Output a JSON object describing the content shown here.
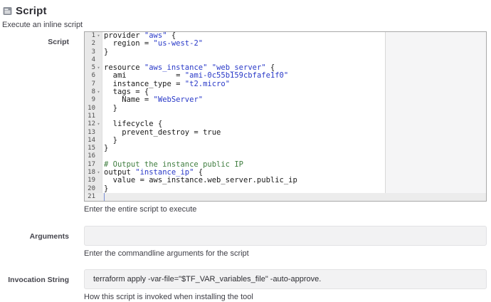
{
  "header": {
    "title": "Script",
    "subtitle": "Execute an inline script"
  },
  "script_field": {
    "label": "Script",
    "help": "Enter the entire script to execute"
  },
  "arguments_field": {
    "label": "Arguments",
    "value": "",
    "help": "Enter the commandline arguments for the script"
  },
  "invocation_field": {
    "label": "Invocation String",
    "value": "terraform apply -var-file=\"$TF_VAR_variables_file\" -auto-approve.",
    "help": "How this script is invoked when installing the tool"
  },
  "editor": {
    "language": "terraform",
    "active_line": 21,
    "colors": {
      "text": "#1a1a1a",
      "string": "#2939c8",
      "comment": "#3f7d3f"
    },
    "lines": [
      {
        "n": 1,
        "fold": true,
        "tokens": [
          [
            "provider ",
            "t"
          ],
          [
            "\"aws\"",
            "s"
          ],
          [
            " {",
            "t"
          ]
        ]
      },
      {
        "n": 2,
        "fold": false,
        "tokens": [
          [
            "  region = ",
            "t"
          ],
          [
            "\"us-west-2\"",
            "s"
          ]
        ]
      },
      {
        "n": 3,
        "fold": false,
        "tokens": [
          [
            "}",
            "t"
          ]
        ]
      },
      {
        "n": 4,
        "fold": false,
        "tokens": []
      },
      {
        "n": 5,
        "fold": true,
        "tokens": [
          [
            "resource ",
            "t"
          ],
          [
            "\"aws_instance\"",
            "s"
          ],
          [
            " ",
            "t"
          ],
          [
            "\"web_server\"",
            "s"
          ],
          [
            " {",
            "t"
          ]
        ]
      },
      {
        "n": 6,
        "fold": false,
        "tokens": [
          [
            "  ami           = ",
            "t"
          ],
          [
            "\"ami-0c55b159cbfafe1f0\"",
            "s"
          ]
        ]
      },
      {
        "n": 7,
        "fold": false,
        "tokens": [
          [
            "  instance_type = ",
            "t"
          ],
          [
            "\"t2.micro\"",
            "s"
          ]
        ]
      },
      {
        "n": 8,
        "fold": true,
        "tokens": [
          [
            "  tags = {",
            "t"
          ]
        ]
      },
      {
        "n": 9,
        "fold": false,
        "tokens": [
          [
            "    Name = ",
            "t"
          ],
          [
            "\"WebServer\"",
            "s"
          ]
        ]
      },
      {
        "n": 10,
        "fold": false,
        "tokens": [
          [
            "  }",
            "t"
          ]
        ]
      },
      {
        "n": 11,
        "fold": false,
        "tokens": []
      },
      {
        "n": 12,
        "fold": true,
        "tokens": [
          [
            "  lifecycle {",
            "t"
          ]
        ]
      },
      {
        "n": 13,
        "fold": false,
        "tokens": [
          [
            "    prevent_destroy = true",
            "t"
          ]
        ]
      },
      {
        "n": 14,
        "fold": false,
        "tokens": [
          [
            "  }",
            "t"
          ]
        ]
      },
      {
        "n": 15,
        "fold": false,
        "tokens": [
          [
            "}",
            "t"
          ]
        ]
      },
      {
        "n": 16,
        "fold": false,
        "tokens": []
      },
      {
        "n": 17,
        "fold": false,
        "tokens": [
          [
            "# Output the instance public IP",
            "c"
          ]
        ]
      },
      {
        "n": 18,
        "fold": true,
        "tokens": [
          [
            "output ",
            "t"
          ],
          [
            "\"instance_ip\"",
            "s"
          ],
          [
            " {",
            "t"
          ]
        ]
      },
      {
        "n": 19,
        "fold": false,
        "tokens": [
          [
            "  value = aws_instance.web_server.public_ip",
            "t"
          ]
        ]
      },
      {
        "n": 20,
        "fold": false,
        "tokens": [
          [
            "}",
            "t"
          ]
        ]
      },
      {
        "n": 21,
        "fold": false,
        "tokens": []
      }
    ]
  }
}
